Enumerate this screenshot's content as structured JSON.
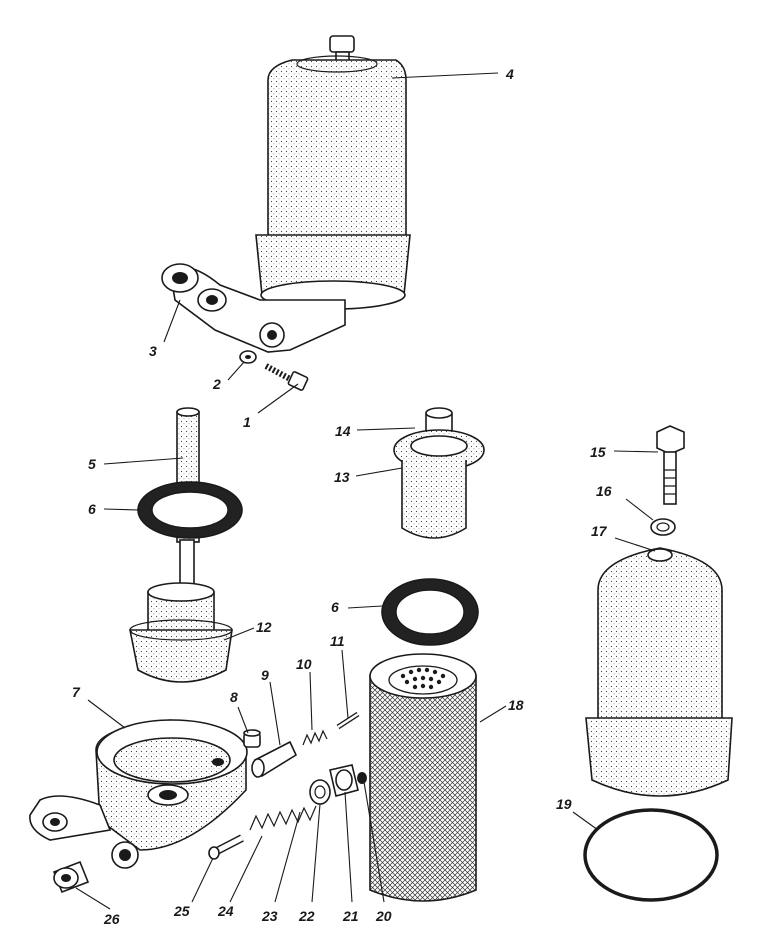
{
  "labels": {
    "l1": "1",
    "l2": "2",
    "l3": "3",
    "l4": "4",
    "l5": "5",
    "l6a": "6",
    "l6b": "6",
    "l7": "7",
    "l8": "8",
    "l9": "9",
    "l10": "10",
    "l11": "11",
    "l12": "12",
    "l13": "13",
    "l14": "14",
    "l15": "15",
    "l16": "16",
    "l17": "17",
    "l18": "18",
    "l19": "19",
    "l20": "20",
    "l21": "21",
    "l22": "22",
    "l23": "23",
    "l24": "24",
    "l25": "25",
    "l26": "26"
  }
}
